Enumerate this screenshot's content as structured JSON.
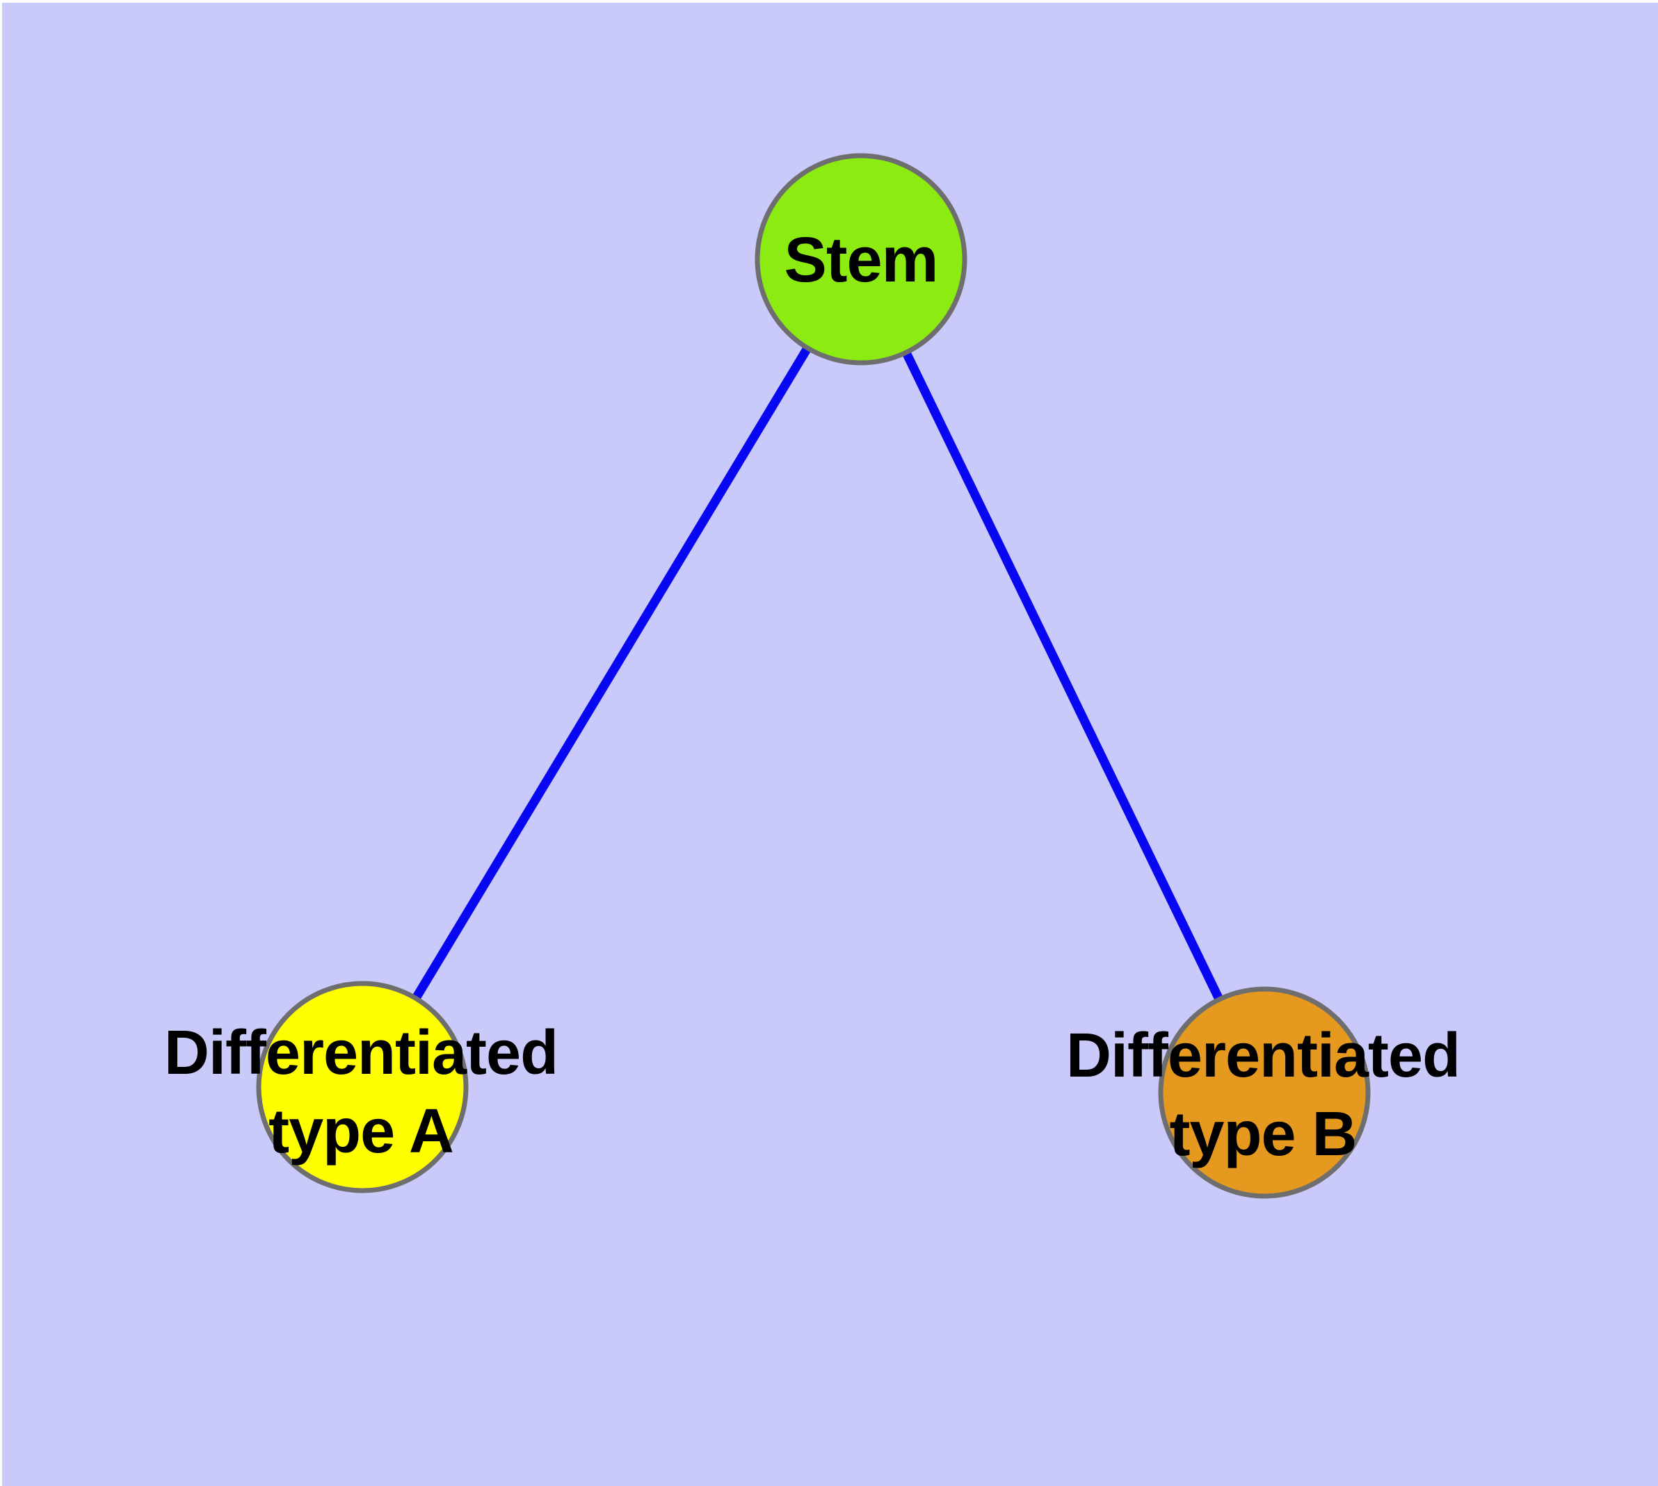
{
  "diagram": {
    "background_color": "#C9C9FA",
    "frame_color": "#FFFFFF",
    "edge_color": "#0707F2",
    "node_border_color": "#6E6E6E",
    "text_color": "#000000",
    "nodes": [
      {
        "id": "stem",
        "label": "Stem",
        "fill": "#8CEB10"
      },
      {
        "id": "differentiated-type-a",
        "label": "Differentiated\ntype A",
        "fill": "#FEFE00"
      },
      {
        "id": "differentiated-type-b",
        "label": "Differentiated\ntype B",
        "fill": "#E6991F"
      }
    ],
    "edges": [
      {
        "from": "Stem",
        "to": "Differentiated type A"
      },
      {
        "from": "Stem",
        "to": "Differentiated type B"
      }
    ]
  }
}
